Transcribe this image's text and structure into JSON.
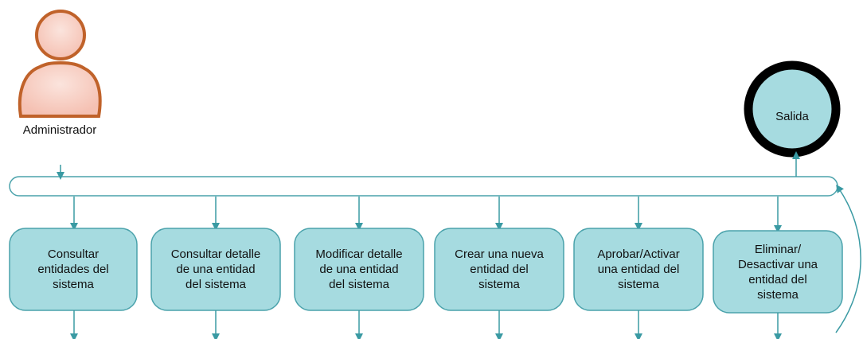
{
  "actor": {
    "label": "Administrador",
    "icon": "user-icon"
  },
  "exit": {
    "label": "Salida"
  },
  "actions": [
    {
      "label": "Consultar\nentidades del\nsistema"
    },
    {
      "label": "Consultar detalle\nde una entidad\ndel sistema"
    },
    {
      "label": "Modificar detalle\nde una entidad\ndel sistema"
    },
    {
      "label": "Crear una nueva\nentidad del\nsistema"
    },
    {
      "label": "Aprobar/Activar\nuna entidad del\nsistema"
    },
    {
      "label": "Eliminar/\nDesactivar una\nentidad del\nsistema"
    }
  ],
  "colors": {
    "box_fill": "#a6dbe0",
    "box_stroke": "#4aa2ab",
    "connector": "#3a9aa3",
    "actor_fill": "#f9cfc4",
    "actor_stroke": "#c0622a",
    "exit_ring": "#000000"
  }
}
